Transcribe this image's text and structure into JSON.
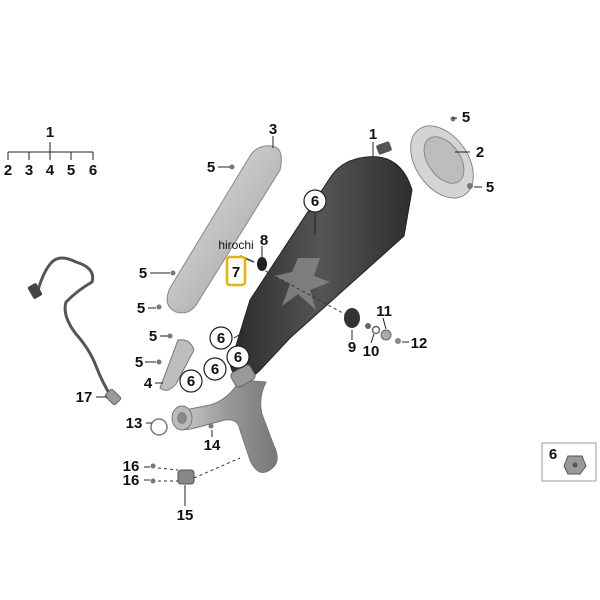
{
  "watermark": "hirochi",
  "group_legend": {
    "parent": "1",
    "children": [
      "2",
      "3",
      "4",
      "5",
      "6"
    ]
  },
  "callouts": {
    "main_1": "1",
    "main_2": "2",
    "main_3": "3",
    "main_4": "4",
    "main_5_top": "5",
    "main_5_right": "5",
    "main_5_a": "5",
    "main_5_b": "5",
    "main_5_c": "5",
    "main_5_d": "5",
    "main_5_e": "5",
    "main_6_a": "6",
    "main_6_b": "6",
    "main_6_c": "6",
    "main_6_d": "6",
    "main_6_e": "6",
    "main_6_legend": "6",
    "main_7": "7",
    "main_8": "8",
    "main_9": "9",
    "main_10": "10",
    "main_11": "11",
    "main_12": "12",
    "main_13": "13",
    "main_14": "14",
    "main_15": "15",
    "main_16_a": "16",
    "main_16_b": "16",
    "main_17": "17"
  },
  "highlight_color": "#e8b400",
  "muffler_color": "#3a3a3a",
  "heatshield_color": "#c8c8c8"
}
